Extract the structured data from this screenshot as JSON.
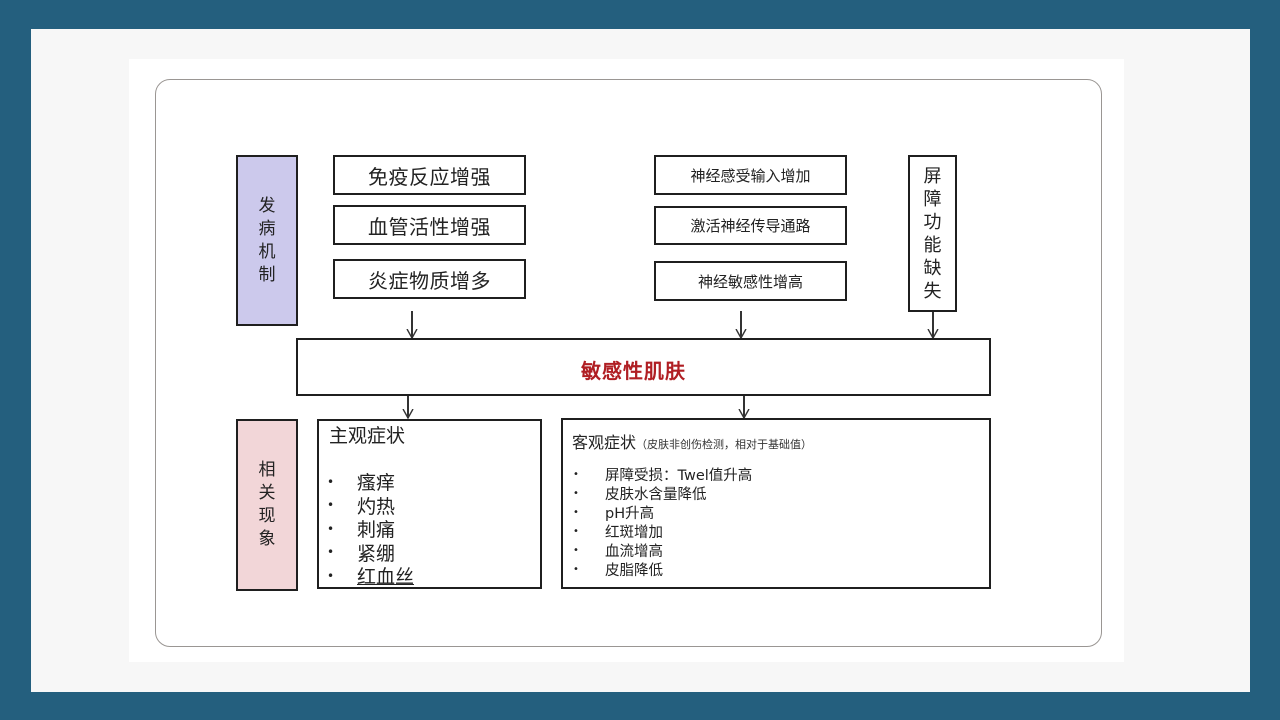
{
  "colors": {
    "background": "#245f7e",
    "panel": "#f7f7f7",
    "mechanism_label_bg": "#ccc9ec",
    "phenomena_label_bg": "#f2d6d8",
    "center_title": "#b01e23"
  },
  "diagram": {
    "mechanism_label": [
      "发",
      "病",
      "机",
      "制"
    ],
    "phenomena_label": [
      "相",
      "关",
      "现",
      "象"
    ],
    "barrier_label": [
      "屏",
      "障",
      "功",
      "能",
      "缺",
      "失"
    ],
    "left_causes": [
      "免疫反应增强",
      "血管活性增强",
      "炎症物质增多"
    ],
    "middle_causes": [
      "神经感受输入增加",
      "激活神经传导通路",
      "神经敏感性增高"
    ],
    "center_title": "敏感性肌肤",
    "subjective": {
      "title": "主观症状",
      "items": [
        "瘙痒",
        "灼热",
        "刺痛",
        "紧绷",
        "红血丝"
      ]
    },
    "objective": {
      "title": "客观症状",
      "subtitle": "（皮肤非创伤检测，相对于基础值）",
      "items": [
        "屏障受损：Twel值升高",
        "皮肤水含量降低",
        "pH升高",
        "红斑增加",
        "血流增高",
        "皮脂降低"
      ]
    },
    "bullet": "•",
    "arrow_icon": "arrow-down"
  }
}
